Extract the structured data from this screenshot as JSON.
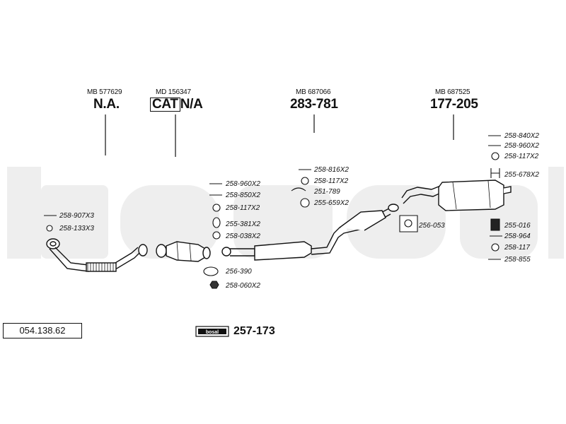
{
  "brand": "bosal",
  "diagram_number": "054.138.62",
  "set_number": "257-173",
  "sections": [
    {
      "ref": "MB 577629",
      "code": "N.A."
    },
    {
      "ref": "MD 156347",
      "cat": "CAT",
      "code": "N/A"
    },
    {
      "ref": "MB 687066",
      "code": "283-781"
    },
    {
      "ref": "MB 687525",
      "code": "177-205"
    }
  ],
  "parts": {
    "front_pipe": [
      "258-907X3",
      "258-133X3"
    ],
    "catalyst": [
      "258-960X2",
      "258-850X2",
      "258-117X2",
      "255-381X2",
      "258-038X2",
      "256-390",
      "258-060X2"
    ],
    "middle": [
      "258-816X2",
      "258-117X2",
      "251-789",
      "255-659X2"
    ],
    "gasket": "256-053",
    "rear_top": [
      "258-840X2",
      "258-960X2",
      "258-117X2",
      "255-678X2"
    ],
    "rear_bottom": [
      "255-016",
      "258-964",
      "258-117",
      "258-855"
    ]
  },
  "colors": {
    "watermark": "#eeeeee",
    "line": "#111111"
  }
}
